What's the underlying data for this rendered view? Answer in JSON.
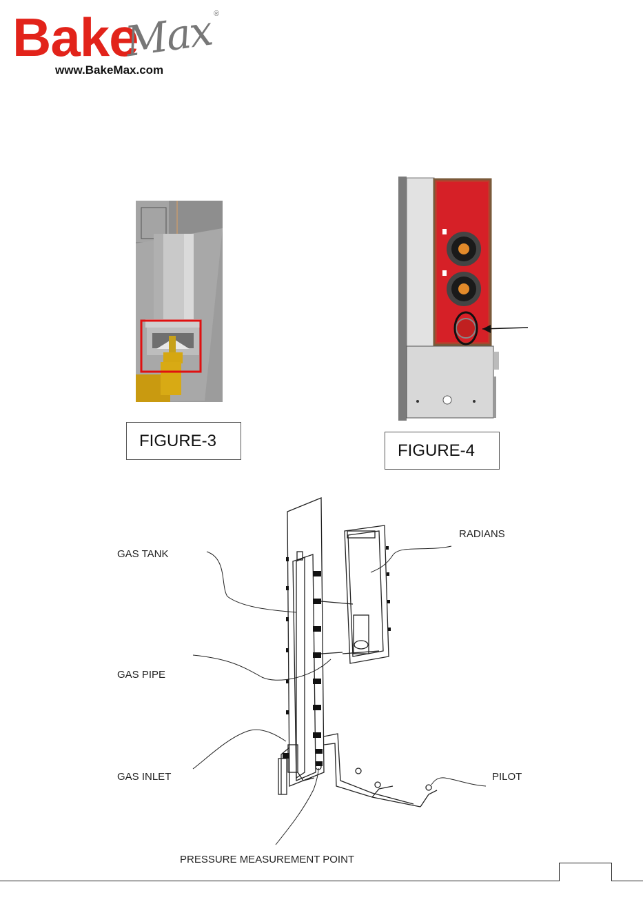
{
  "header": {
    "logo_bake": "Bake",
    "logo_max": "Max",
    "logo_reg": "®",
    "website": "www.BakeMax.com"
  },
  "figures": {
    "figure3_caption": "FIGURE-3",
    "figure4_caption": "FIGURE-4"
  },
  "diagram": {
    "labels": {
      "gas_tank": "GAS TANK",
      "radians": "RADIANS",
      "gas_pipe": "GAS PIPE",
      "gas_inlet": "GAS INLET",
      "pilot": "PILOT",
      "pressure_point": "PRESSURE MEASUREMENT POINT"
    }
  },
  "colors": {
    "brand_red": "#e2231a",
    "panel_red": "#d62027",
    "highlight_red": "#e01010"
  }
}
